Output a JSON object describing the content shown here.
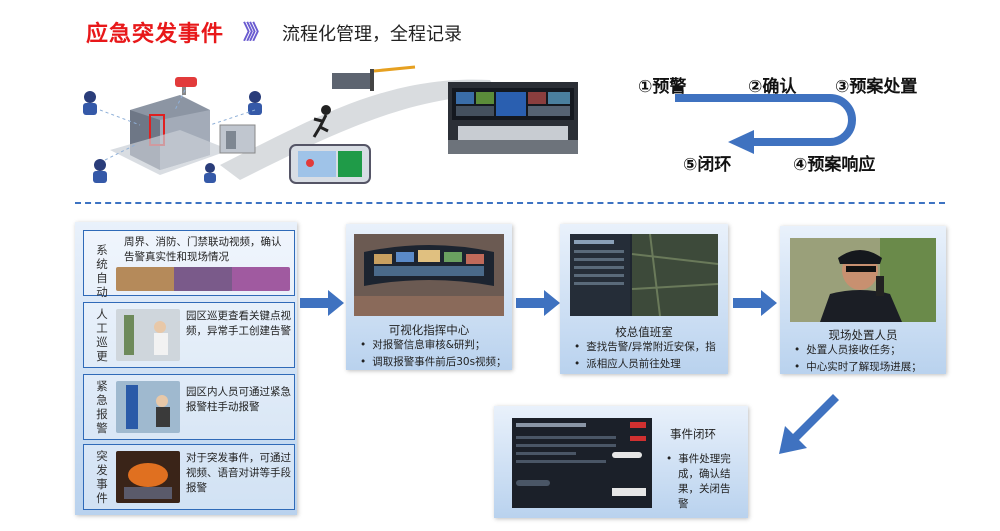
{
  "header": {
    "title": "应急突发事件",
    "chevrons": "》》",
    "subtitle": "流程化管理，全程记录"
  },
  "flow_steps": {
    "s1": "①预警",
    "s2": "②确认",
    "s3": "③预案处置",
    "s4": "④预案响应",
    "s5": "⑤闭环"
  },
  "alarm_sources": [
    {
      "side": "系统自动",
      "text": "周界、消防、门禁联动视频，确认告警真实性和现场情况"
    },
    {
      "side": "人工巡更",
      "text": "园区巡更查看关键点视频，异常手工创建告警"
    },
    {
      "side": "紧急报警",
      "text": "园区内人员可通过紧急报警柱手动报警"
    },
    {
      "side": "突发事件",
      "text": "对于突发事件，可通过视频、语音对讲等手段报警"
    }
  ],
  "cards": {
    "command": {
      "title": "可视化指挥中心",
      "bullets": [
        "对报警信息审核&研判；",
        "调取报警事件前后30s视频；"
      ]
    },
    "duty": {
      "title": "校总值班室",
      "bullets": [
        "查找告警/异常附近安保，指",
        "派相应人员前往处理"
      ]
    },
    "onsite": {
      "title": "现场处置人员",
      "bullets": [
        "处置人员接收任务；",
        "中心实时了解现场进展；"
      ]
    },
    "closure": {
      "title": "事件闭环",
      "bullets": [
        "事件处理完",
        "成，确认结",
        "果，关闭告",
        "警"
      ]
    }
  },
  "colors": {
    "title_red": "#e8181a",
    "accent_blue": "#2f6ab8",
    "arrow_blue": "#3f72c0"
  }
}
